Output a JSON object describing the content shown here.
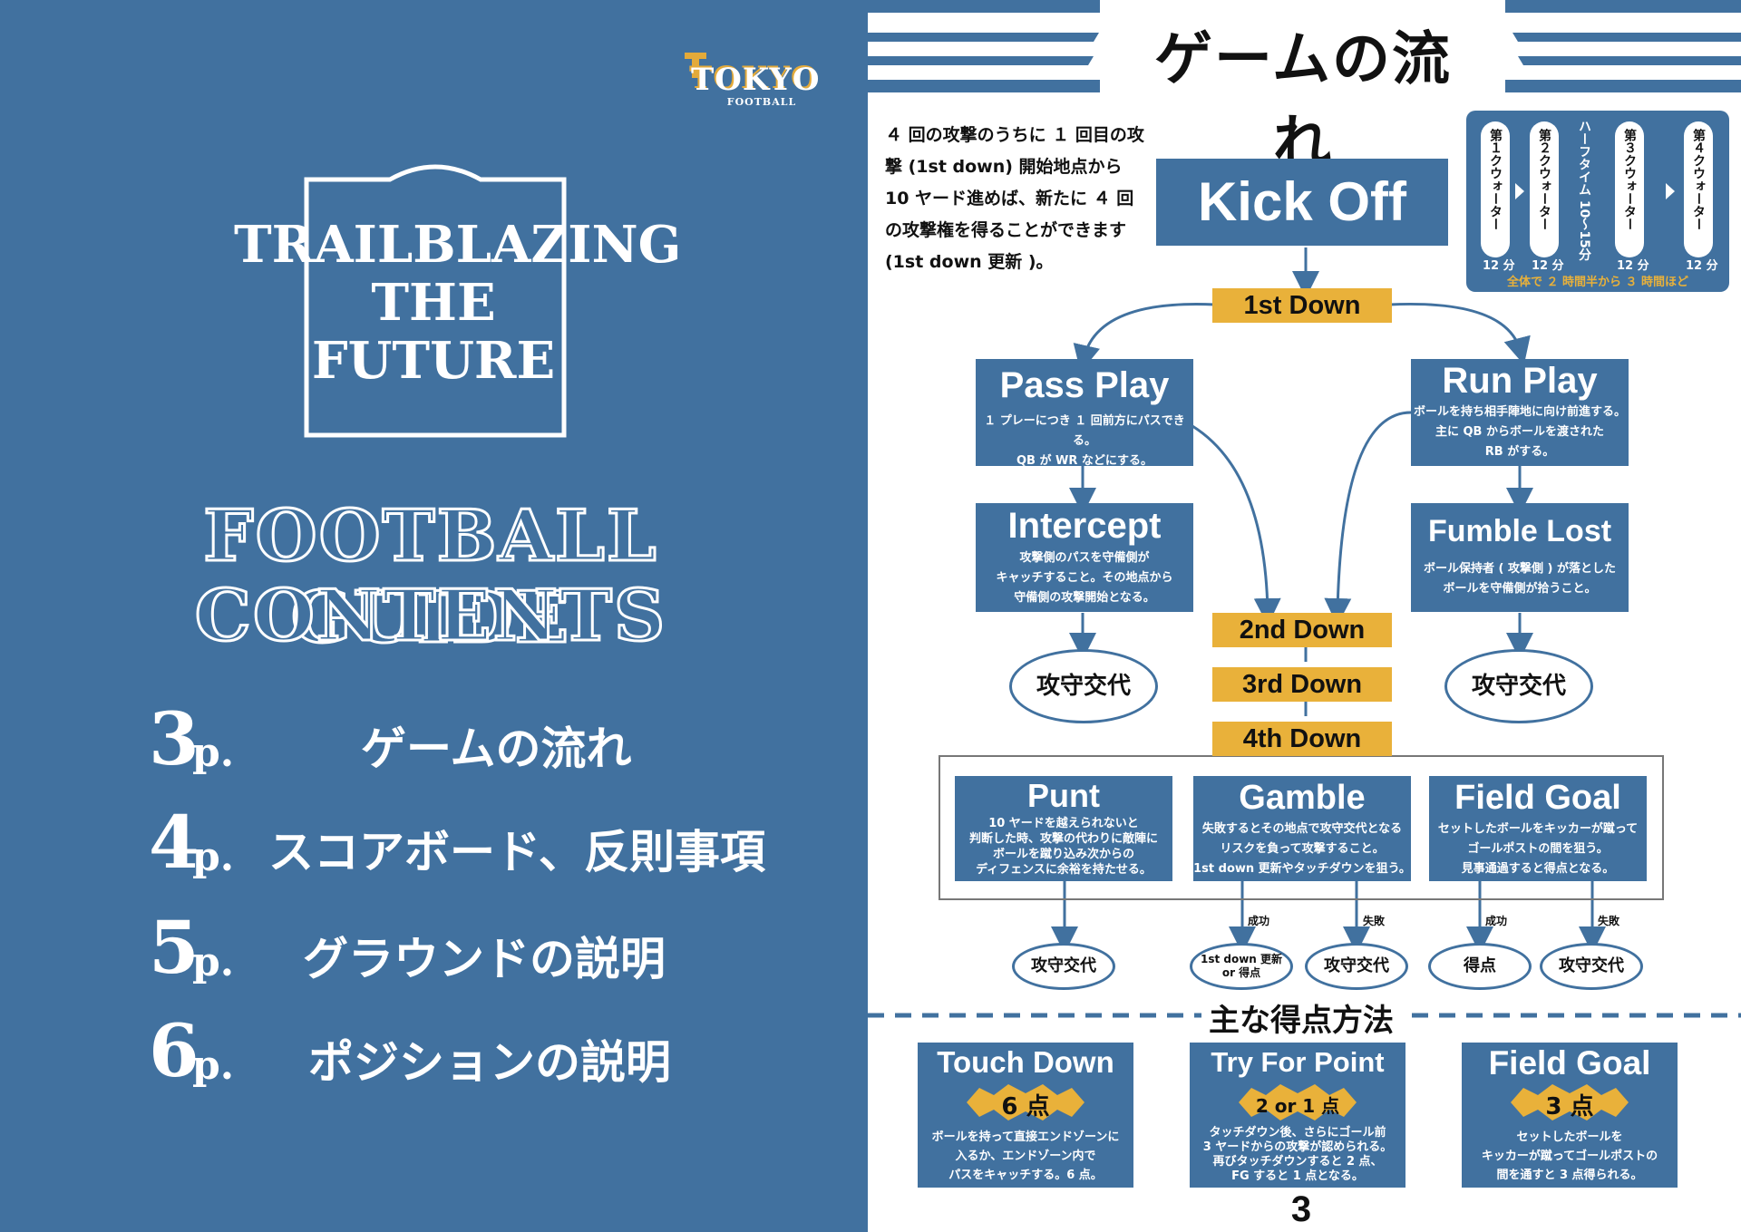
{
  "left": {
    "logo": {
      "main": "TOKYO",
      "sub": "FOOTBALL"
    },
    "tagline": [
      "TRAILBLAZING",
      "THE",
      "FUTURE"
    ],
    "guide_title": [
      "FOOTBALL GUIDE",
      "CONTENTS"
    ],
    "toc": [
      {
        "num": "3",
        "p": "p.",
        "title": "ゲームの流れ"
      },
      {
        "num": "4",
        "p": "p.",
        "title": "スコアボード、反則事項"
      },
      {
        "num": "5",
        "p": "p.",
        "title": "グラウンドの説明"
      },
      {
        "num": "6",
        "p": "p.",
        "title": "ポジションの説明"
      }
    ]
  },
  "right": {
    "title": "ゲームの流れ",
    "intro": "４ 回の攻撃のうちに １ 回目の攻撃 (1st down) 開始地点から 10 ヤード進めば、新たに ４ 回の攻撃権を得ることができます (1st down 更新 )。",
    "quarters": {
      "items": [
        {
          "label": "第１クウォーター",
          "time": "12 分"
        },
        {
          "label": "第２クウォーター",
          "time": "12 分"
        },
        {
          "label": "ハーフタイム 10〜15分",
          "time": ""
        },
        {
          "label": "第３クウォーター",
          "time": "12 分"
        },
        {
          "label": "第４クウォーター",
          "time": "12 分"
        }
      ],
      "total": "全体で ２ 時間半から ３ 時間ほど"
    },
    "kickoff": "Kick Off",
    "downs": [
      "1st Down",
      "2nd Down",
      "3rd Down",
      "4th Down"
    ],
    "pass_play": {
      "title": "Pass Play",
      "desc": [
        "１ プレーにつき １ 回前方にパスできる。",
        "QB が WR などにする。"
      ]
    },
    "run_play": {
      "title": "Run Play",
      "desc": [
        "ボールを持ち相手陣地に向け前進する。",
        "主に QB からボールを渡された",
        "RB がする。"
      ]
    },
    "intercept": {
      "title": "Intercept",
      "desc": [
        "攻撃側のパスを守備側が",
        "キャッチすること。その地点から",
        "守備側の攻撃開始となる。"
      ]
    },
    "fumble": {
      "title": "Fumble Lost",
      "desc": [
        "ボール保持者 ( 攻撃側 ) が落とした",
        "ボールを守備側が拾うこと。"
      ]
    },
    "change": "攻守交代",
    "punt": {
      "title": "Punt",
      "desc": [
        "10 ヤードを越えられないと",
        "判断した時、攻撃の代わりに敵陣に",
        "ボールを蹴り込み次からの",
        "ディフェンスに余裕を持たせる。"
      ]
    },
    "gamble": {
      "title": "Gamble",
      "desc": [
        "失敗するとその地点で攻守交代となる",
        "リスクを負って攻撃すること。",
        "1st down 更新やタッチダウンを狙う。"
      ]
    },
    "field_goal": {
      "title": "Field Goal",
      "desc": [
        "セットしたボールをキッカーが蹴って",
        "ゴールポストの間を狙う。",
        "見事通過すると得点となる。"
      ]
    },
    "success": "成功",
    "fail": "失敗",
    "firstdown_or_score": [
      "1st down 更新",
      "or 得点"
    ],
    "score": "得点",
    "scoring_title": "主な得点方法",
    "scoring": [
      {
        "title": "Touch Down",
        "points": "6 点",
        "desc": [
          "ボールを持って直接エンドゾーンに",
          "入るか、エンドゾーン内で",
          "パスをキャッチする。6 点。"
        ]
      },
      {
        "title": "Try For Point",
        "points": "2 or 1 点",
        "desc": [
          "タッチダウン後、さらにゴール前",
          "3 ヤードからの攻撃が認められる。",
          "再びタッチダウンすると 2 点、",
          "FG すると 1 点となる。"
        ]
      },
      {
        "title": "Field Goal",
        "points": "3 点",
        "desc": [
          "セットしたボールを",
          "キッカーが蹴ってゴールポストの",
          "間を通すと 3 点得られる。"
        ]
      }
    ],
    "page_number": "3"
  },
  "colors": {
    "blue": "#41719f",
    "gold": "#e9b13a",
    "white": "#ffffff"
  }
}
